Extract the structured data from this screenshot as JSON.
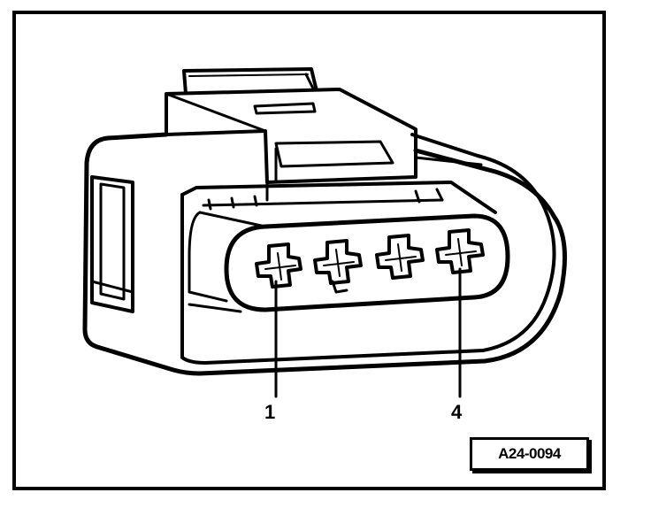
{
  "figure": {
    "reference_code": "A24-0094",
    "callouts": [
      {
        "label": "1",
        "pin": 1
      },
      {
        "label": "4",
        "pin": 4
      }
    ],
    "pin_count": 4,
    "colors": {
      "ink": "#000000",
      "paper": "#ffffff"
    }
  }
}
